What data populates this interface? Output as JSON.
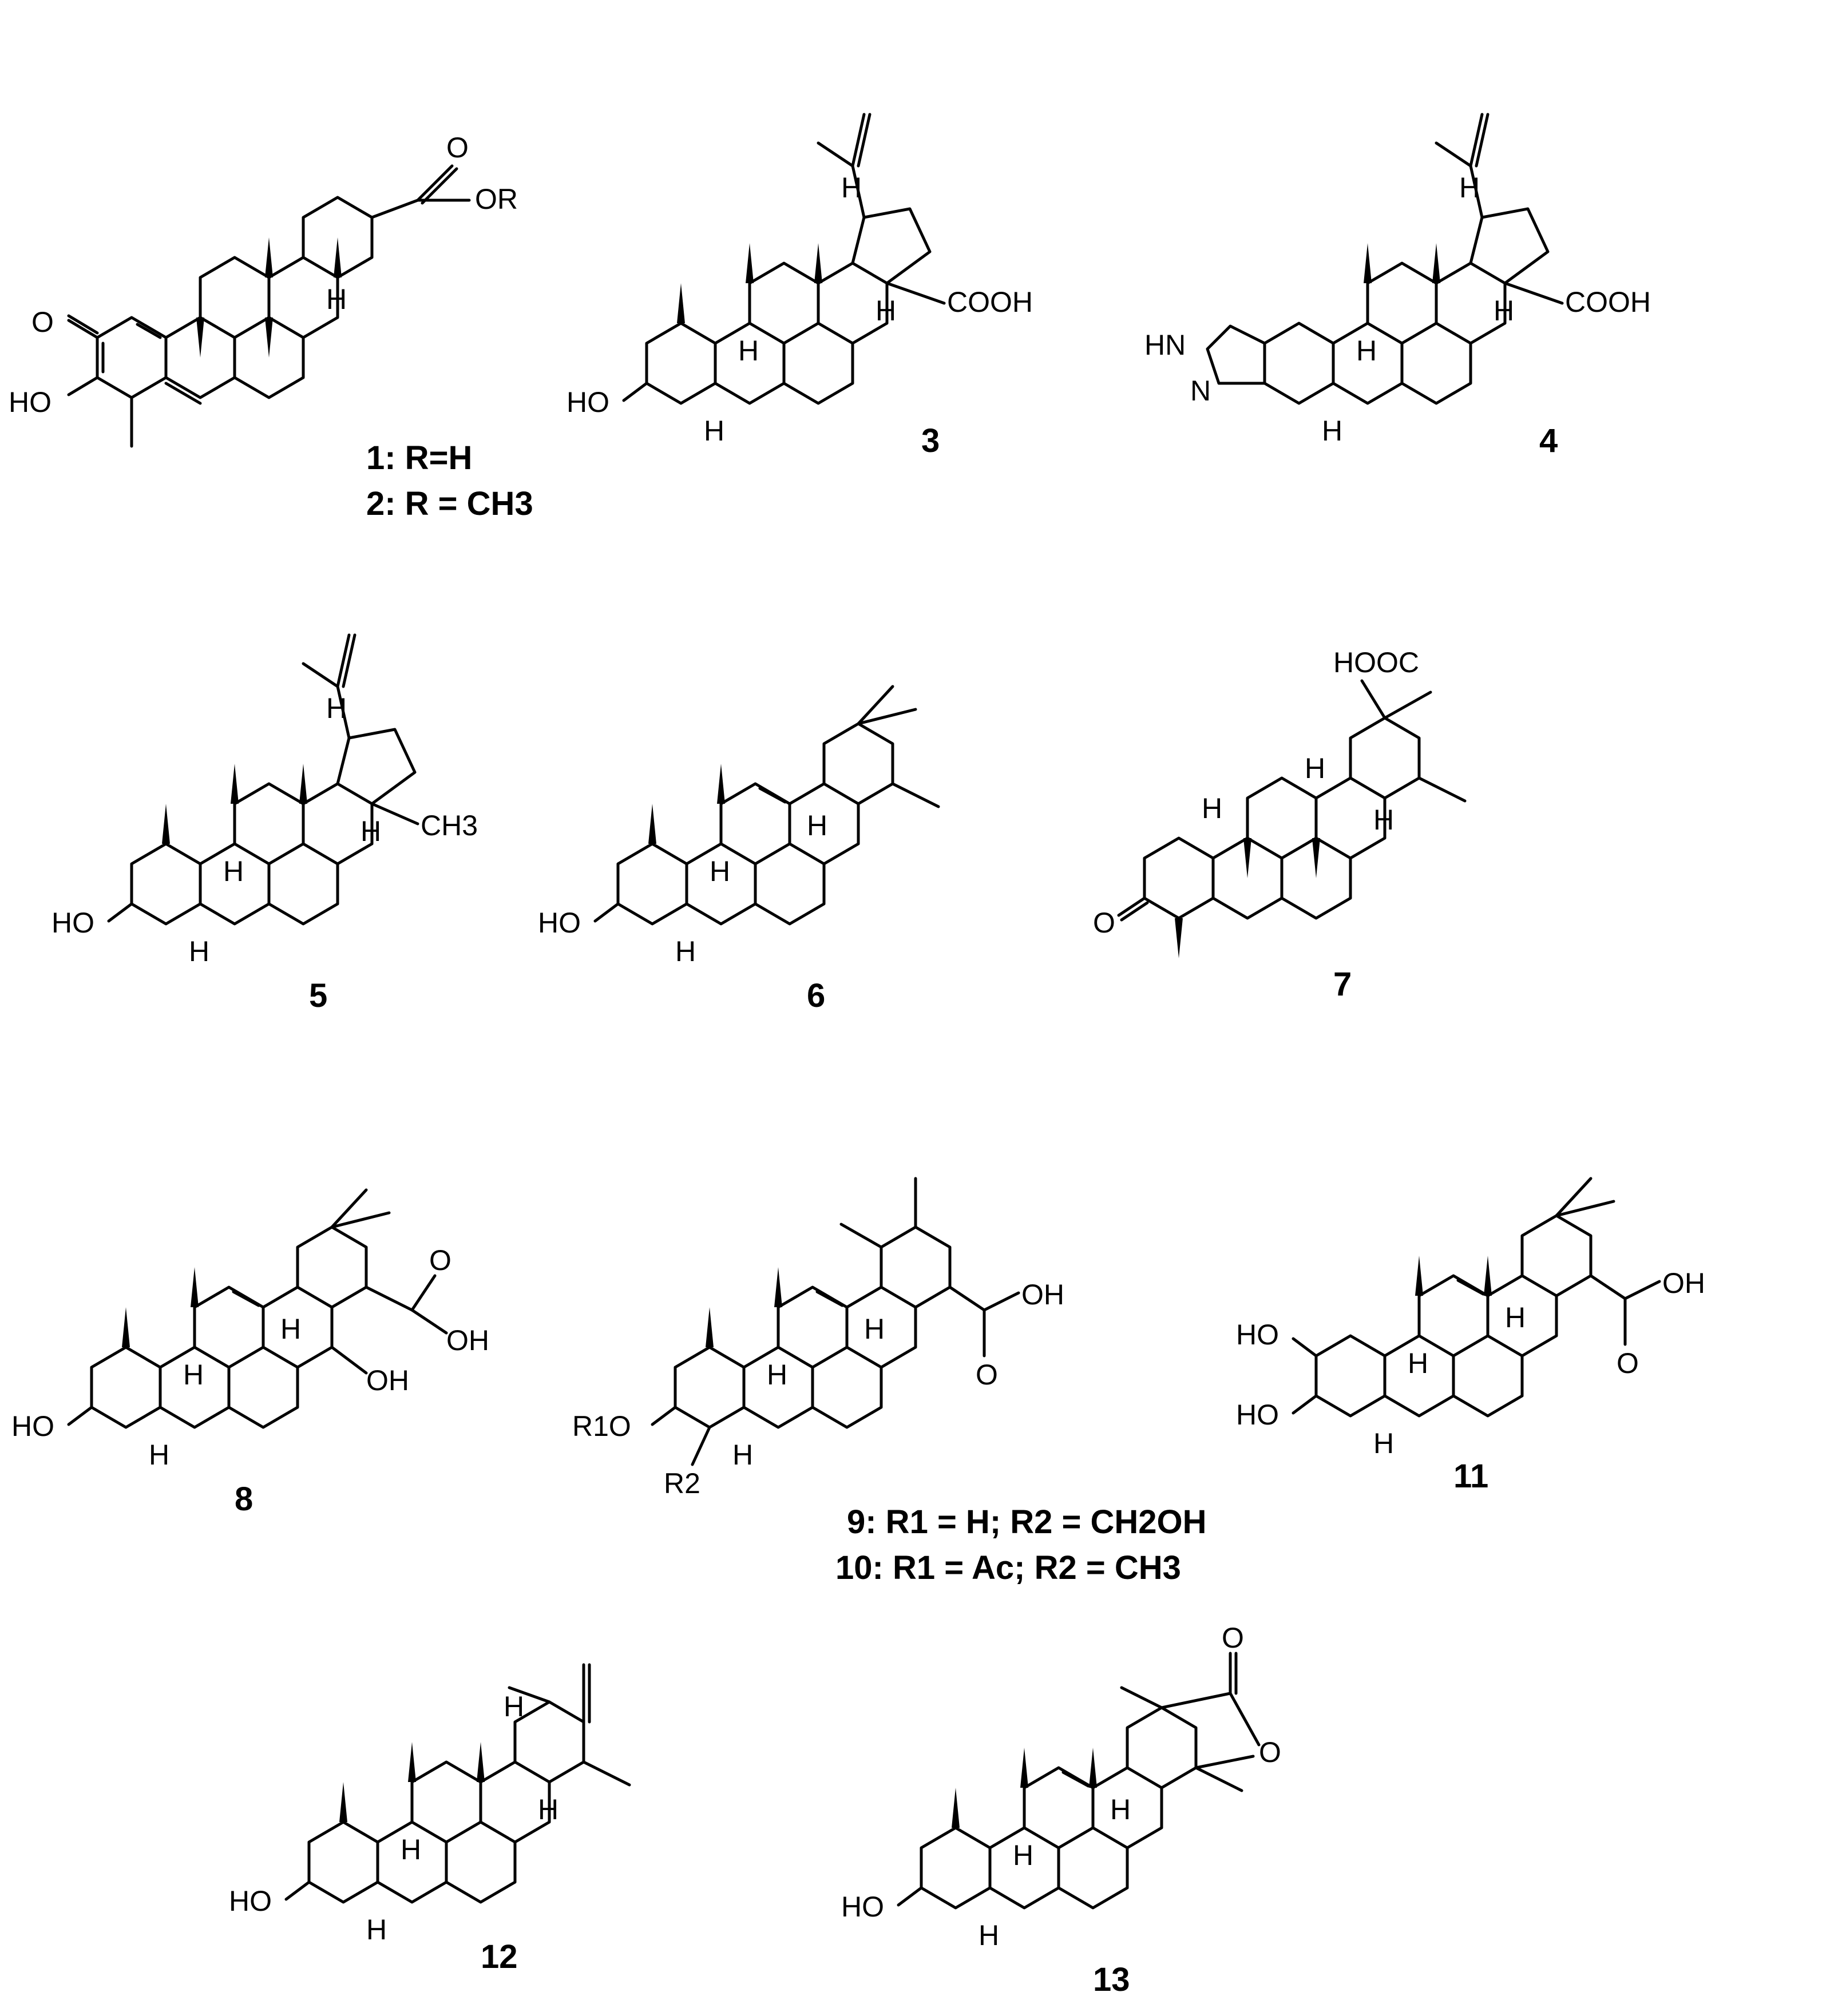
{
  "figure": {
    "compounds": [
      {
        "id": "1-2",
        "labels": [
          "1: R=H",
          "2: R = CH3"
        ],
        "atoms": {
          "o_ketone": "O",
          "ho": "HO",
          "or": "OR",
          "o_acid": "O",
          "h": "H"
        }
      },
      {
        "id": "3",
        "labels": [
          "3"
        ],
        "atoms": {
          "ho": "HO",
          "cooh": "COOH",
          "h1": "H",
          "h2": "H",
          "h3": "H",
          "h4": "H"
        }
      },
      {
        "id": "4",
        "labels": [
          "4"
        ],
        "atoms": {
          "hn": "HN",
          "n": "N",
          "cooh": "COOH",
          "h1": "H",
          "h2": "H",
          "h3": "H",
          "h4": "H"
        }
      },
      {
        "id": "5",
        "labels": [
          "5"
        ],
        "atoms": {
          "ho": "HO",
          "ch3": "CH3",
          "h1": "H",
          "h2": "H",
          "h3": "H",
          "h4": "H"
        }
      },
      {
        "id": "6",
        "labels": [
          "6"
        ],
        "atoms": {
          "ho": "HO",
          "h1": "H",
          "h2": "H",
          "h3": "H"
        }
      },
      {
        "id": "7",
        "labels": [
          "7"
        ],
        "atoms": {
          "hooc": "HOOC",
          "o": "O",
          "h1": "H",
          "h2": "H",
          "h3": "H"
        }
      },
      {
        "id": "8",
        "labels": [
          "8"
        ],
        "atoms": {
          "ho": "HO",
          "o": "O",
          "oh_acid": "OH",
          "oh": "OH",
          "h1": "H",
          "h2": "H",
          "h3": "H"
        }
      },
      {
        "id": "9-10",
        "labels": [
          "9: R1 = H; R2 = CH2OH",
          "10: R1 = Ac; R2 = CH3"
        ],
        "atoms": {
          "r1o": "R1O",
          "r2": "R2",
          "oh": "OH",
          "o": "O",
          "h1": "H",
          "h2": "H",
          "h3": "H"
        }
      },
      {
        "id": "11",
        "labels": [
          "11"
        ],
        "atoms": {
          "ho1": "HO",
          "ho2": "HO",
          "oh": "OH",
          "o": "O",
          "h1": "H",
          "h2": "H",
          "h3": "H"
        }
      },
      {
        "id": "12",
        "labels": [
          "12"
        ],
        "atoms": {
          "ho": "HO",
          "h1": "H",
          "h2": "H",
          "h3": "H",
          "h4": "H"
        }
      },
      {
        "id": "13",
        "labels": [
          "13"
        ],
        "atoms": {
          "ho": "HO",
          "o1": "O",
          "o2": "O",
          "h1": "H",
          "h2": "H",
          "h3": "H"
        }
      }
    ]
  }
}
